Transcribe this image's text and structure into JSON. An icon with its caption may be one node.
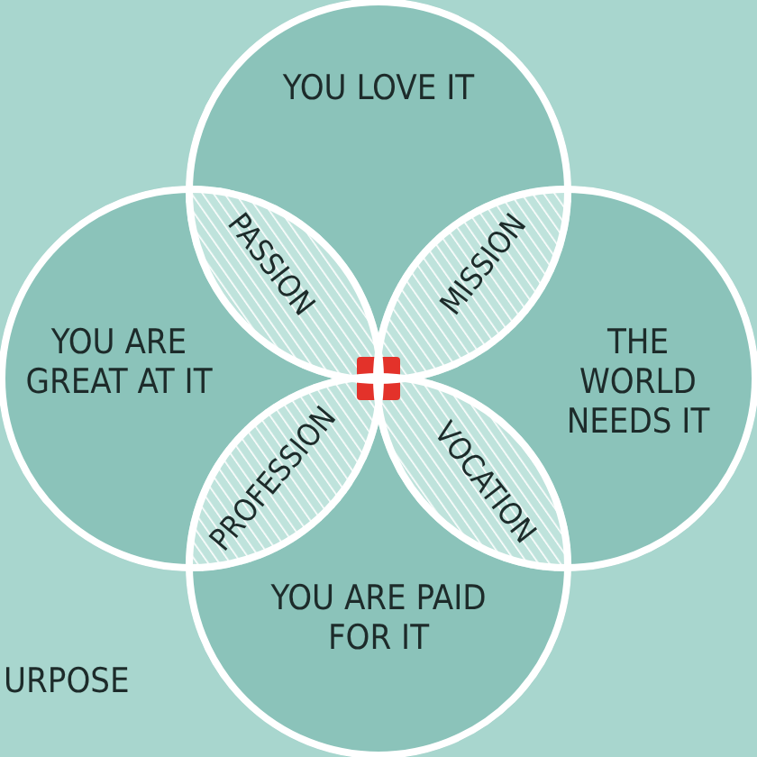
{
  "diagram": {
    "nodes": [
      {
        "text": [
          "YOU LOVE IT"
        ]
      },
      {
        "text": [
          "YOU ARE GREAT AT IT"
        ]
      },
      {
        "text": [
          "THE WORLD NEEDS IT"
        ]
      },
      {
        "text": [
          "YOU ARE PAID FOR IT"
        ]
      },
      {
        "text": [],
        "shape": "box"
      }
    ],
    "labels": [
      "PASSION",
      "MISSION",
      "PROFESSION",
      "VOCATION",
      "URPOSE"
    ]
  }
}
